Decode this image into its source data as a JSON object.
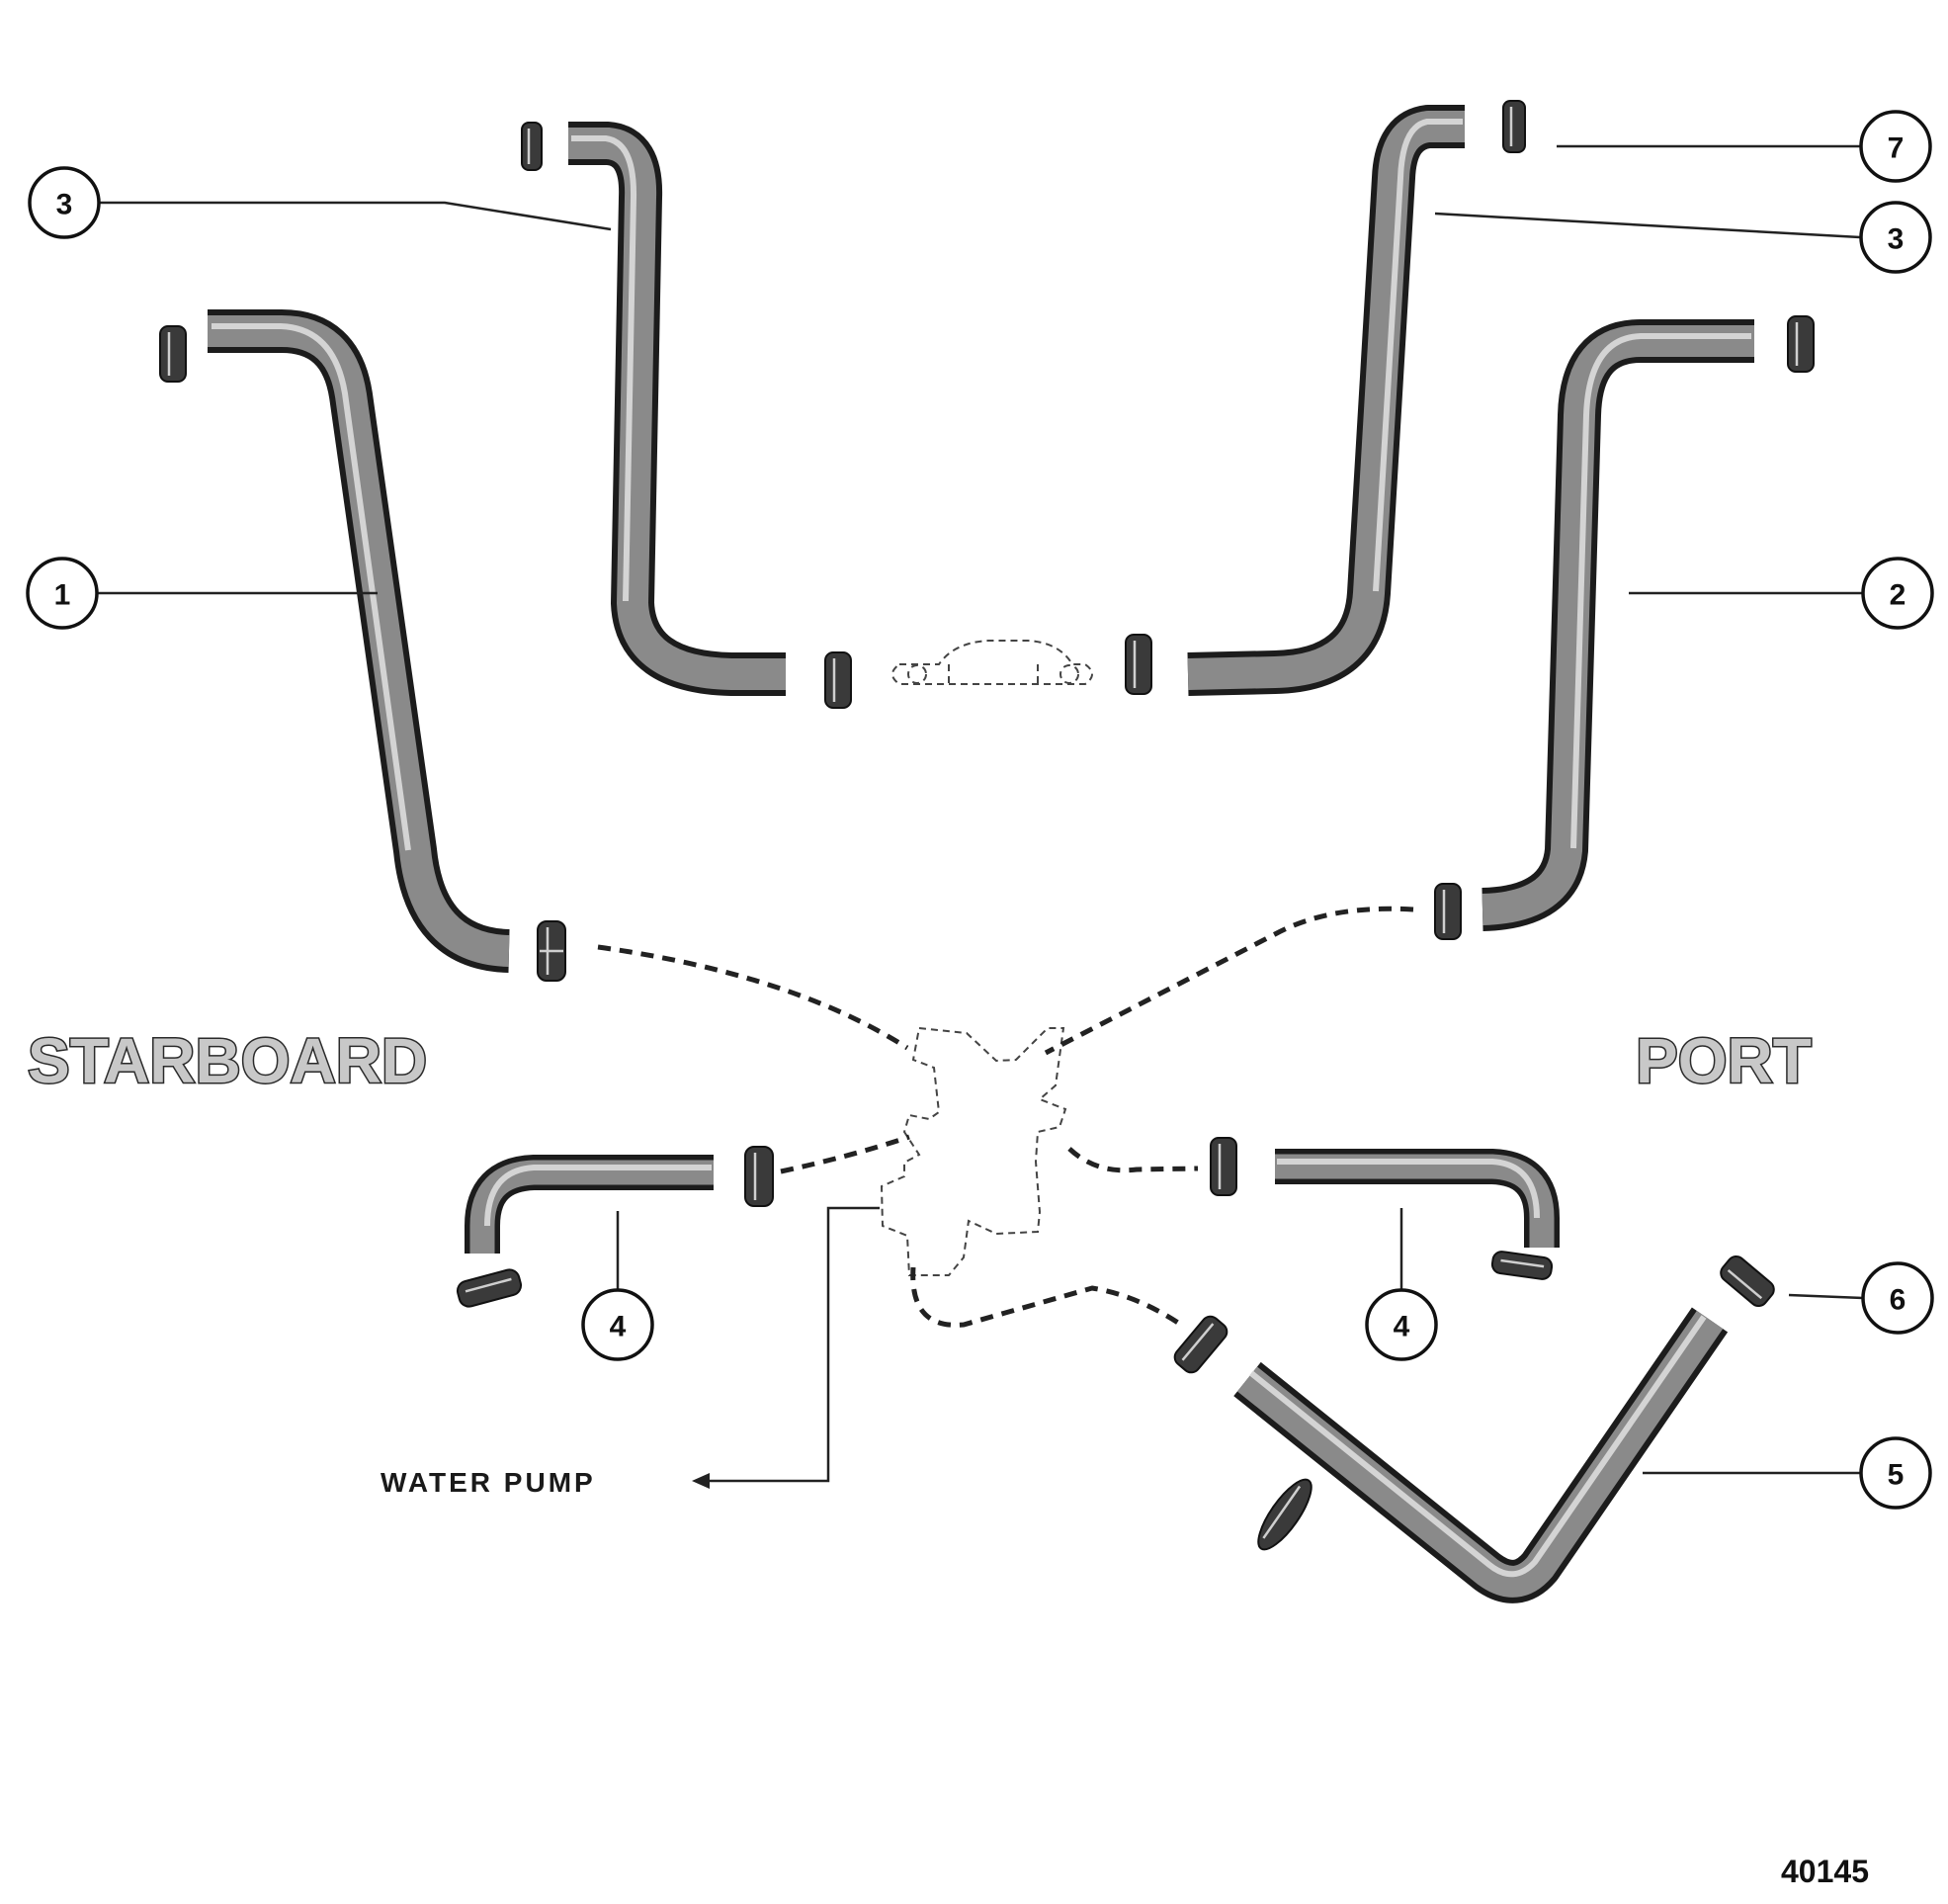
{
  "labels": {
    "starboard": "STARBOARD",
    "port": "PORT",
    "water_pump": "WATER PUMP",
    "figure_number": "40145"
  },
  "callouts": {
    "c1": "1",
    "c2": "2",
    "c3_left": "3",
    "c3_right": "3",
    "c4_left": "4",
    "c4_right": "4",
    "c5": "5",
    "c6": "6",
    "c7": "7"
  }
}
